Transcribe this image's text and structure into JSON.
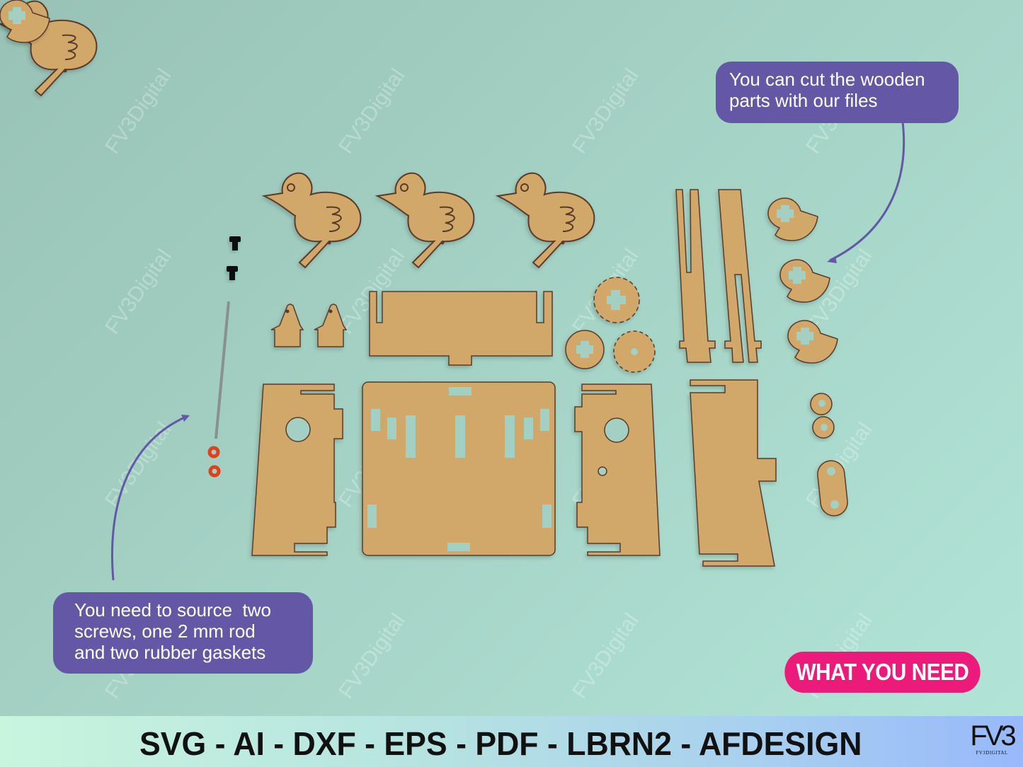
{
  "watermark": {
    "text": "FV3Digital"
  },
  "callouts": {
    "top": {
      "line1": "You can cut the wooden",
      "line2": "parts with our files"
    },
    "bottom": {
      "line1": "You need to source  two",
      "line2": "screws, one 2 mm rod",
      "line3": "and two rubber gaskets"
    }
  },
  "badge": {
    "label": "WHAT YOU NEED"
  },
  "footer": {
    "formats": "SVG - AI - DXF - EPS - PDF - LBRN2 - AFDESIGN",
    "logo_mark": "FV3",
    "logo_sub": "FV3DIGITAL"
  },
  "colors": {
    "background": "#a3d0c3",
    "callout": "#6458a6",
    "badge": "#ec1a7a",
    "wood": "#d2a76a",
    "wood_edge": "#5a3a2a",
    "gasket": "#e0401e",
    "rod": "#8a8f8f"
  },
  "parts": {
    "sourced": [
      "screw",
      "screw",
      "rod-2mm",
      "rubber-gasket",
      "rubber-gasket"
    ],
    "wooden": [
      "chick",
      "chick",
      "chick",
      "pendant",
      "pendant",
      "front-panel",
      "base-panel",
      "side-panel-left",
      "side-panel-right",
      "back-panel",
      "gear-large",
      "gear-small",
      "cam-disc",
      "slotted-bar",
      "slotted-bar",
      "cam",
      "cam",
      "cam",
      "washer",
      "washer",
      "link-plate"
    ]
  }
}
